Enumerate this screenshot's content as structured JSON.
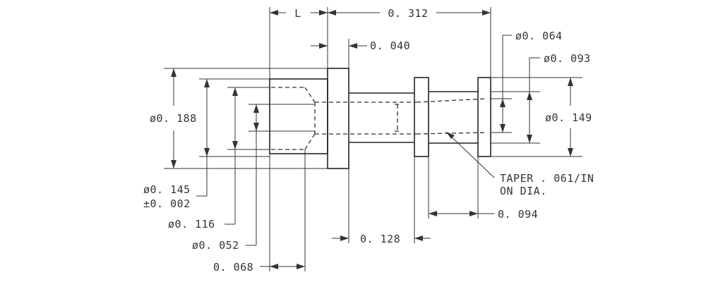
{
  "drawing": {
    "type": "technical-drawing",
    "labels": {
      "length_L": "L",
      "overall_length": "0. 312",
      "flange_thickness": "0. 040",
      "dia_outer_flange": "ø0. 188",
      "dia_bore_entry": "ø0. 145",
      "dia_bore_entry_tol": "±0. 002",
      "dia_inner_bore": "ø0. 116",
      "dia_small_bore": "ø0. 052",
      "chamfer_length": "0. 068",
      "dia_tip_inner": "ø0. 064",
      "dia_tip_shaft": "ø0. 093",
      "dia_ring": "ø0. 149",
      "taper_note_line1": "TAPER . 061/IN",
      "taper_note_line2": "ON DIA.",
      "ring_spacing": "0. 094",
      "shaft_length": "0. 128"
    }
  }
}
